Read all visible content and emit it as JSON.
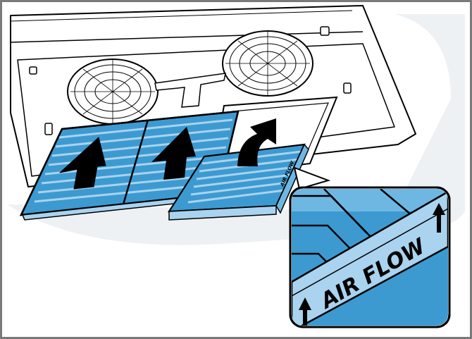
{
  "illustration": {
    "subject": "range-hood-grease-filter-installation",
    "filter_label": "AIR FLOW",
    "filter_small_label": "AIR FLOW",
    "colors": {
      "frame": "#7a7a7a",
      "filter_blue": "#3d9ad1",
      "filter_light": "#a9d3ee",
      "filter_mid": "#6fb7e3",
      "arrow": "#000000",
      "shadow": "#eef1f4"
    },
    "icons": {
      "upward_arrows": "arrow-up-icon",
      "curved_arrow": "arrow-curve-up-icon",
      "fan_grille": "fan-grille-icon"
    }
  }
}
